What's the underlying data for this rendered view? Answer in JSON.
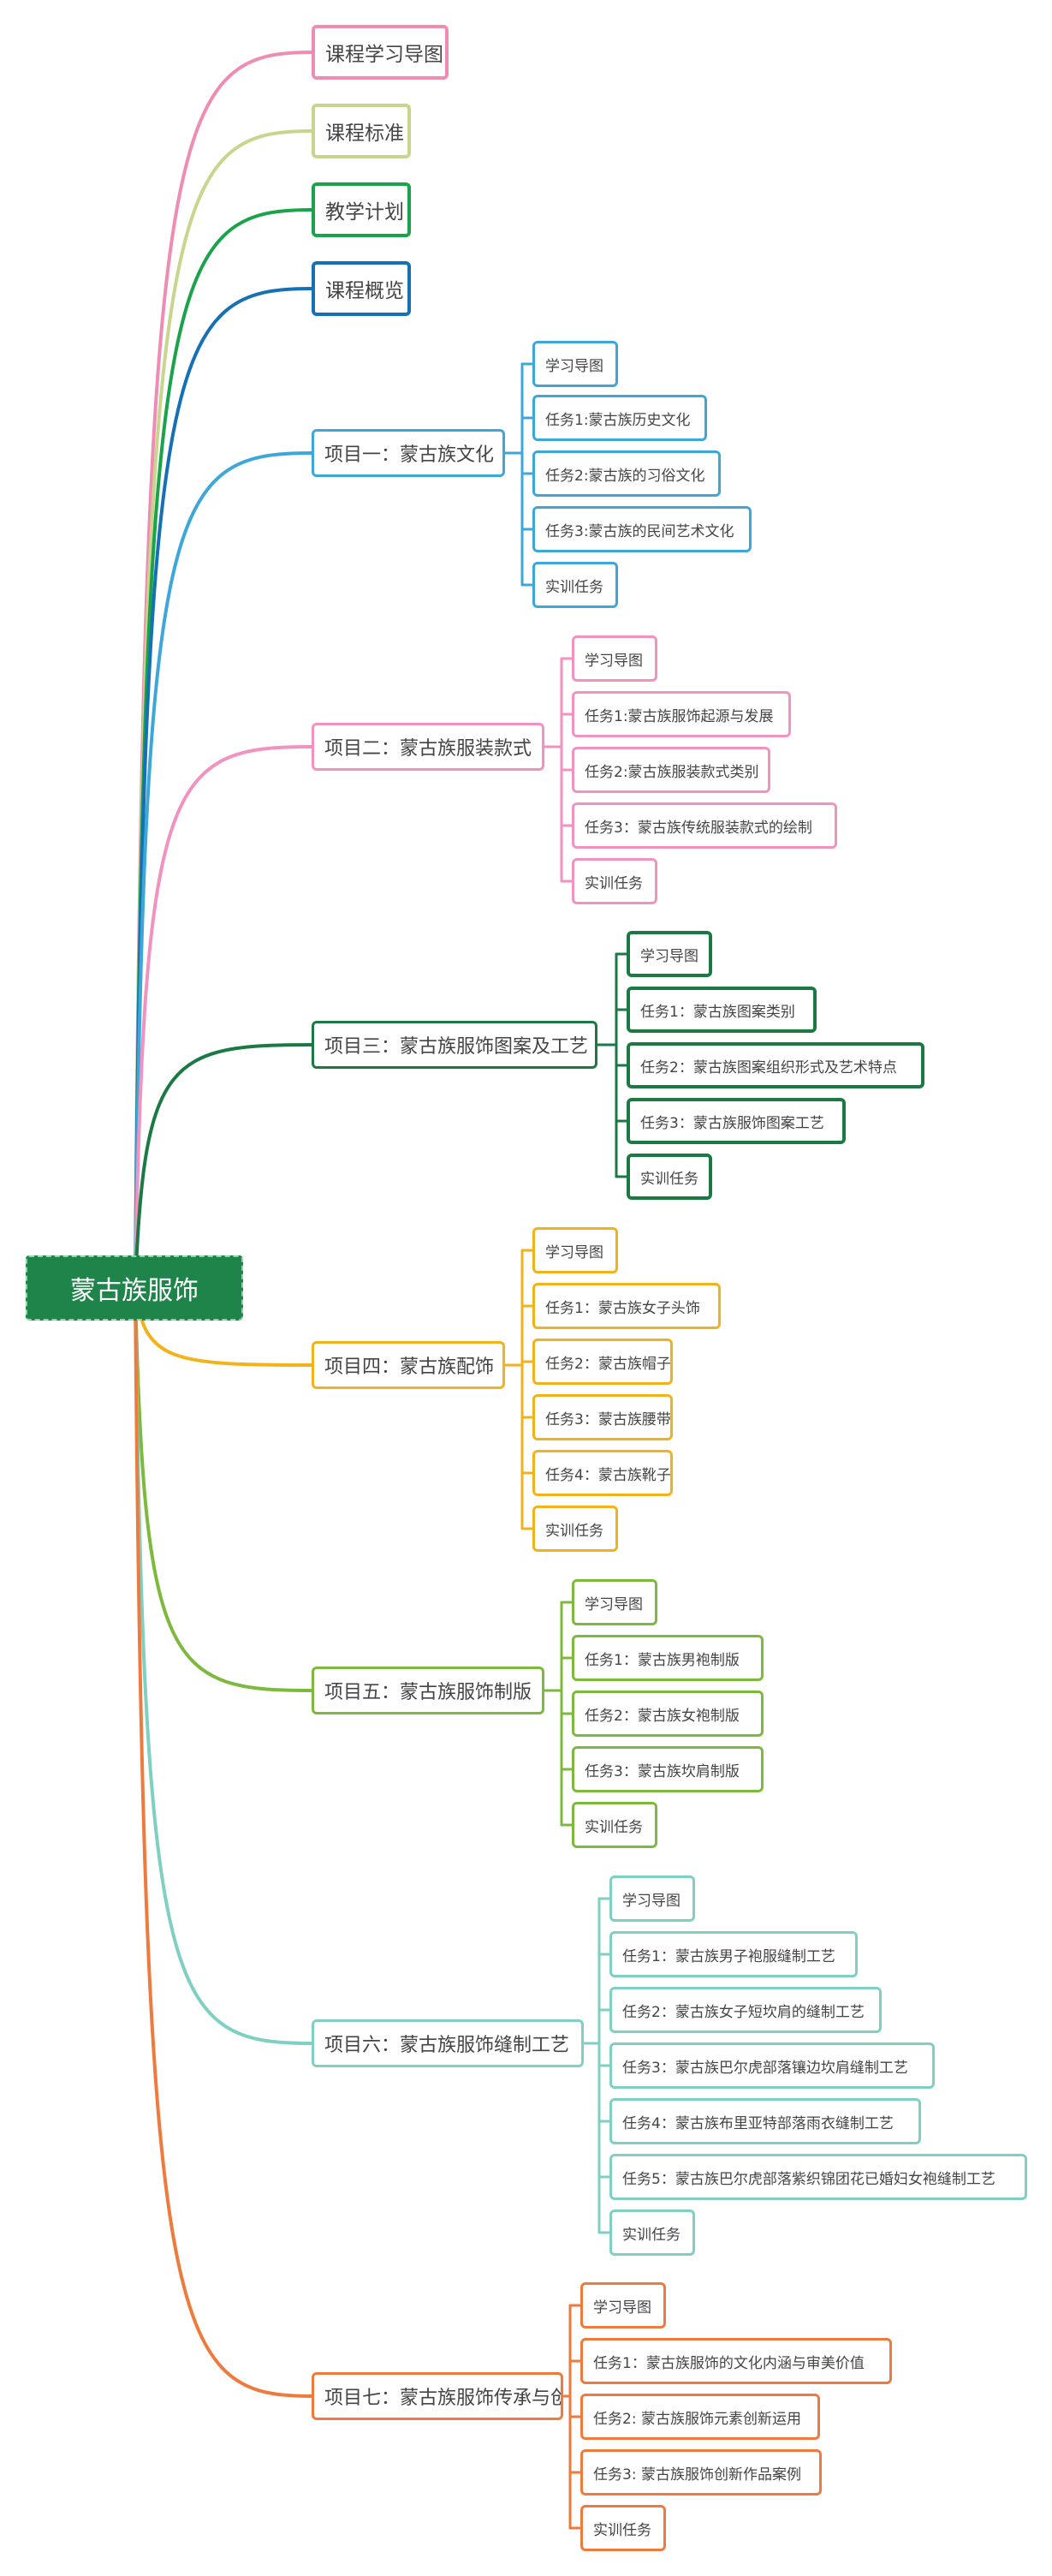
{
  "root": {
    "label": "蒙古族服饰",
    "color": "#1e8449"
  },
  "top_items": [
    {
      "label": "课程学习导图",
      "color": "#f08cb4"
    },
    {
      "label": "课程标准",
      "color": "#c8d58c"
    },
    {
      "label": "教学计划",
      "color": "#1aa34a"
    },
    {
      "label": "课程概览",
      "color": "#1670b5"
    }
  ],
  "projects": [
    {
      "label": "项目一：蒙古族文化",
      "color": "#3ea7d9",
      "children": [
        "学习导图",
        "任务1:蒙古族历史文化",
        "任务2:蒙古族的习俗文化",
        "任务3:蒙古族的民间艺术文化",
        "实训任务"
      ]
    },
    {
      "label": "项目二：蒙古族服装款式",
      "color": "#f292c0",
      "children": [
        "学习导图",
        "任务1:蒙古族服饰起源与发展",
        "任务2:蒙古族服装款式类别",
        "任务3：蒙古族传统服装款式的绘制",
        "实训任务"
      ]
    },
    {
      "label": "项目三：蒙古族服饰图案及工艺",
      "color": "#1b7a44",
      "children": [
        "学习导图",
        "任务1：蒙古族图案类别",
        "任务2：蒙古族图案组织形式及艺术特点",
        "任务3：蒙古族服饰图案工艺",
        "实训任务"
      ]
    },
    {
      "label": "项目四：蒙古族配饰",
      "color": "#f2b21c",
      "children": [
        "学习导图",
        "任务1：蒙古族女子头饰",
        "任务2：蒙古族帽子",
        "任务3：蒙古族腰带",
        "任务4：蒙古族靴子",
        "实训任务"
      ]
    },
    {
      "label": "项目五：蒙古族服饰制版",
      "color": "#7cb93c",
      "children": [
        "学习导图",
        "任务1：蒙古族男袍制版",
        "任务2：蒙古族女袍制版",
        "任务3：蒙古族坎肩制版",
        "实训任务"
      ]
    },
    {
      "label": "项目六：蒙古族服饰缝制工艺",
      "color": "#7fcfc3",
      "children": [
        "学习导图",
        "任务1：蒙古族男子袍服缝制工艺",
        "任务2：蒙古族女子短坎肩的缝制工艺",
        "任务3：蒙古族巴尔虎部落镶边坎肩缝制工艺",
        "任务4：蒙古族布里亚特部落雨衣缝制工艺",
        "任务5：蒙古族巴尔虎部落紫织锦团花已婚妇女袍缝制工艺",
        "实训任务"
      ]
    },
    {
      "label": "项目七：蒙古族服饰传承与创新",
      "color": "#ee7a3e",
      "children": [
        "学习导图",
        "任务1：蒙古族服饰的文化内涵与审美价值",
        "任务2: 蒙古族服饰元素创新运用",
        "任务3: 蒙古族服饰创新作品案例",
        "实训任务"
      ]
    }
  ]
}
